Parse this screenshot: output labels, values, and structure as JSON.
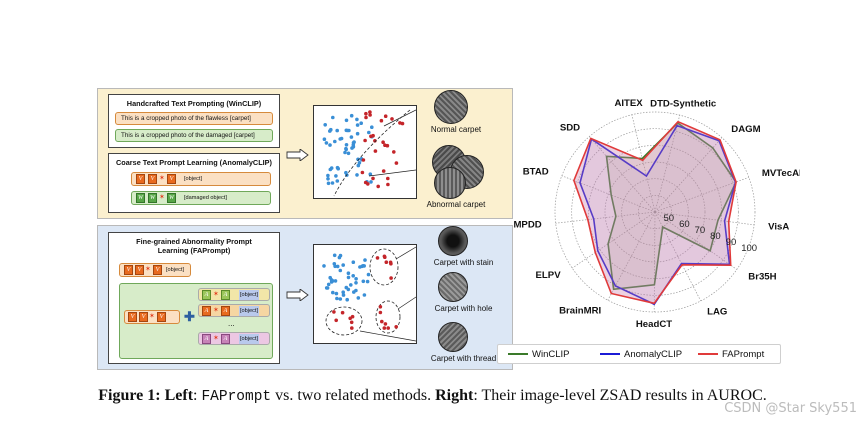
{
  "left": {
    "wincliP_title": "Handcrafted Text Prompting (WinCLIP)",
    "wincliP_prompt_flawless": "This is a cropped photo of the flawless [carpet]",
    "wincliP_prompt_damaged": "This is a cropped photo of the damaged [carpet]",
    "anomalyclip_title": "Coarse Text Prompt Learning (AnomalyCLIP)",
    "anomalyclip_obj": "[object]",
    "anomalyclip_damaged_obj": "[damaged object]",
    "faprompt_title_line1": "Fine-grained Abnormality Prompt",
    "faprompt_title_line2": "Learning (FAPrompt)",
    "faprompt_obj": "[object]",
    "normal_carpet": "Normal carpet",
    "abnormal_carpet": "Abnormal carpet",
    "carpet_stain": "Carpet with stain",
    "carpet_hole": "Carpet with hole",
    "carpet_thread": "Carpet with thread",
    "ellipsis": "..."
  },
  "radar": {
    "axes": [
      "DTD-Synthetic",
      "DAGM",
      "MVTecAD",
      "VisA",
      "Br35H",
      "LAG",
      "HeadCT",
      "BrainMRI",
      "ELPV",
      "MPDD",
      "BTAD",
      "SDD",
      "AITEX"
    ],
    "ticks": [
      "50",
      "60",
      "70",
      "80",
      "90",
      "100"
    ],
    "rmin": 40,
    "rmax": 100,
    "colors": {
      "WinCLIP": "#3a7a2a",
      "AnomalyCLIP": "#1b1bd6",
      "FAPrompt": "#e03a3a"
    },
    "fill": "#c97aa8"
  },
  "chart_data": {
    "type": "radar",
    "categories": [
      "DTD-Synthetic",
      "DAGM",
      "MVTecAD",
      "VisA",
      "Br35H",
      "LAG",
      "HeadCT",
      "BrainMRI",
      "ELPV",
      "MPDD",
      "BTAD",
      "SDD",
      "AITEX"
    ],
    "series": [
      {
        "name": "WinCLIP",
        "values": [
          95.1,
          91.8,
          91.8,
          78.1,
          80.5,
          50.1,
          83.7,
          92.6,
          74.0,
          63.6,
          68.2,
          84.3,
          73.0
        ]
      },
      {
        "name": "AnomalyCLIP",
        "values": [
          93.5,
          97.5,
          91.5,
          82.1,
          94.6,
          74.8,
          95.3,
          90.3,
          81.5,
          77.0,
          88.3,
          98.0,
          62.2
        ]
      },
      {
        "name": "FAPrompt",
        "values": [
          95.9,
          98.3,
          91.9,
          84.6,
          95.5,
          75.6,
          94.8,
          95.5,
          83.3,
          80.6,
          92.2,
          98.6,
          71.9
        ]
      }
    ],
    "rlim": [
      40,
      100
    ],
    "legend_placement": "bottom"
  },
  "legend": [
    "WinCLIP",
    "AnomalyCLIP",
    "FAPrompt"
  ],
  "caption": {
    "fig": "Figure 1:",
    "left": "Left",
    "colon1": ": ",
    "method": "FAPrompt",
    "mid": " vs. two related methods. ",
    "right": "Right",
    "end": ": Their image-level ZSAD results in AUROC."
  },
  "watermark": "CSDN @Star Sky551"
}
